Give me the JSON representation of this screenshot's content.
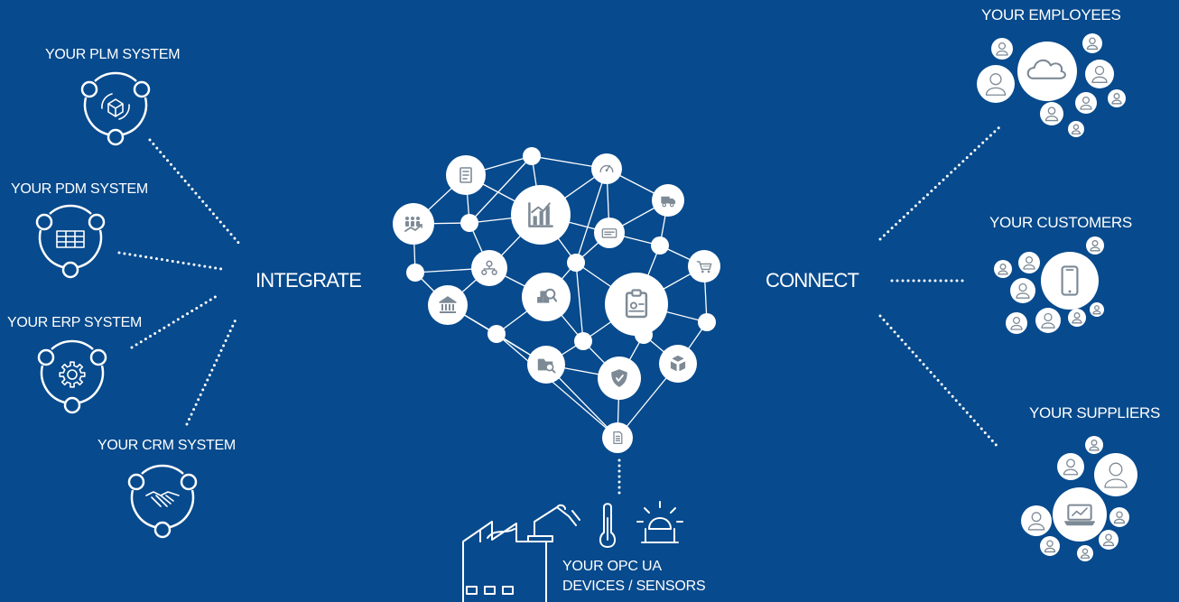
{
  "systems": [
    {
      "label": "YOUR PLM SYSTEM",
      "icon": "box-cycle-icon"
    },
    {
      "label": "YOUR PDM SYSTEM",
      "icon": "grid-table-icon"
    },
    {
      "label": "YOUR ERP SYSTEM",
      "icon": "gear-icon"
    },
    {
      "label": "YOUR CRM SYSTEM",
      "icon": "handshake-icon"
    }
  ],
  "integrate_label": "INTEGRATE",
  "connect_label": "CONNECT",
  "groups": {
    "employees": {
      "label": "YOUR EMPLOYEES",
      "icon": "cloud-icon"
    },
    "customers": {
      "label": "YOUR CUSTOMERS",
      "icon": "smartphone-icon"
    },
    "suppliers": {
      "label": "YOUR SUPPLIERS",
      "icon": "laptop-chart-icon"
    }
  },
  "opc": {
    "line1": "YOUR OPC UA",
    "line2": "DEVICES / SENSORS",
    "icons": [
      "factory-icon",
      "robot-arm-icon",
      "thermometer-icon",
      "alarm-light-icon"
    ]
  },
  "network_icons": [
    "document-icon",
    "gauge-icon",
    "truck-icon",
    "team-growth-icon",
    "bar-chart-icon",
    "card-icon",
    "cart-icon",
    "org-chart-icon",
    "bank-icon",
    "inventory-search-icon",
    "clipboard-icon",
    "folder-search-icon",
    "shield-icon",
    "boxes-icon",
    "file-icon"
  ],
  "colors": {
    "background": "#074a8d",
    "foreground": "#ffffff",
    "icon": "#7d8a96"
  }
}
